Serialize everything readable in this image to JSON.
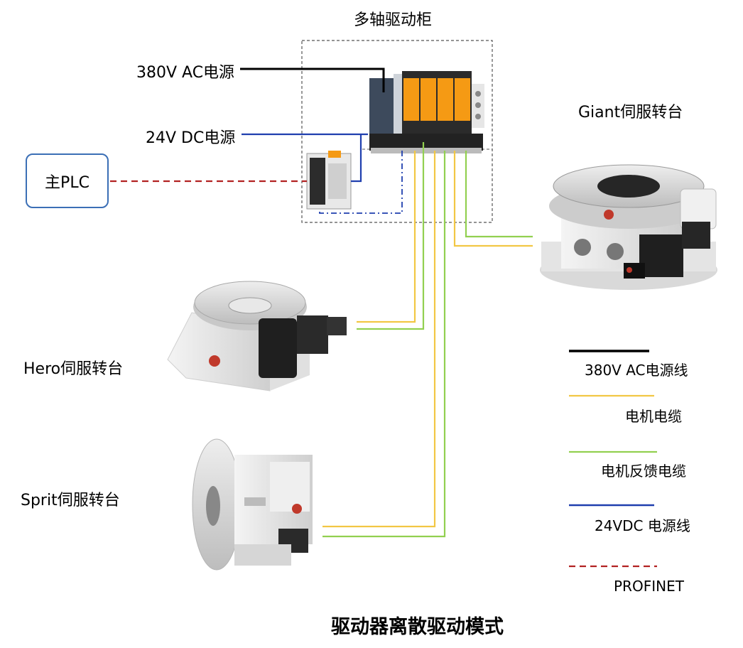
{
  "labels": {
    "cabinet": "多轴驱动柜",
    "ac_power": "380V AC电源",
    "dc_power": "24V  DC电源",
    "plc": "主PLC",
    "giant": "Giant伺服转台",
    "hero": "Hero伺服转台",
    "sprit": "Sprit伺服转台"
  },
  "legend": [
    {
      "label": "380V AC电源线",
      "color": "#000000",
      "style": "solid"
    },
    {
      "label": "电机电缆",
      "color": "#f2c744",
      "style": "solid"
    },
    {
      "label": "电机反馈电缆",
      "color": "#92d050",
      "style": "solid"
    },
    {
      "label": "24VDC 电源线",
      "color": "#1f3fae",
      "style": "solid"
    },
    {
      "label": "PROFINET",
      "color": "#b22222",
      "style": "dashed"
    }
  ],
  "title": "驱动器离散驱动模式",
  "colors": {
    "ac": "#000000",
    "motor": "#f2c744",
    "feedback": "#92d050",
    "dc": "#1f3fae",
    "profinet": "#b22222",
    "drive_orange": "#f59a14"
  }
}
